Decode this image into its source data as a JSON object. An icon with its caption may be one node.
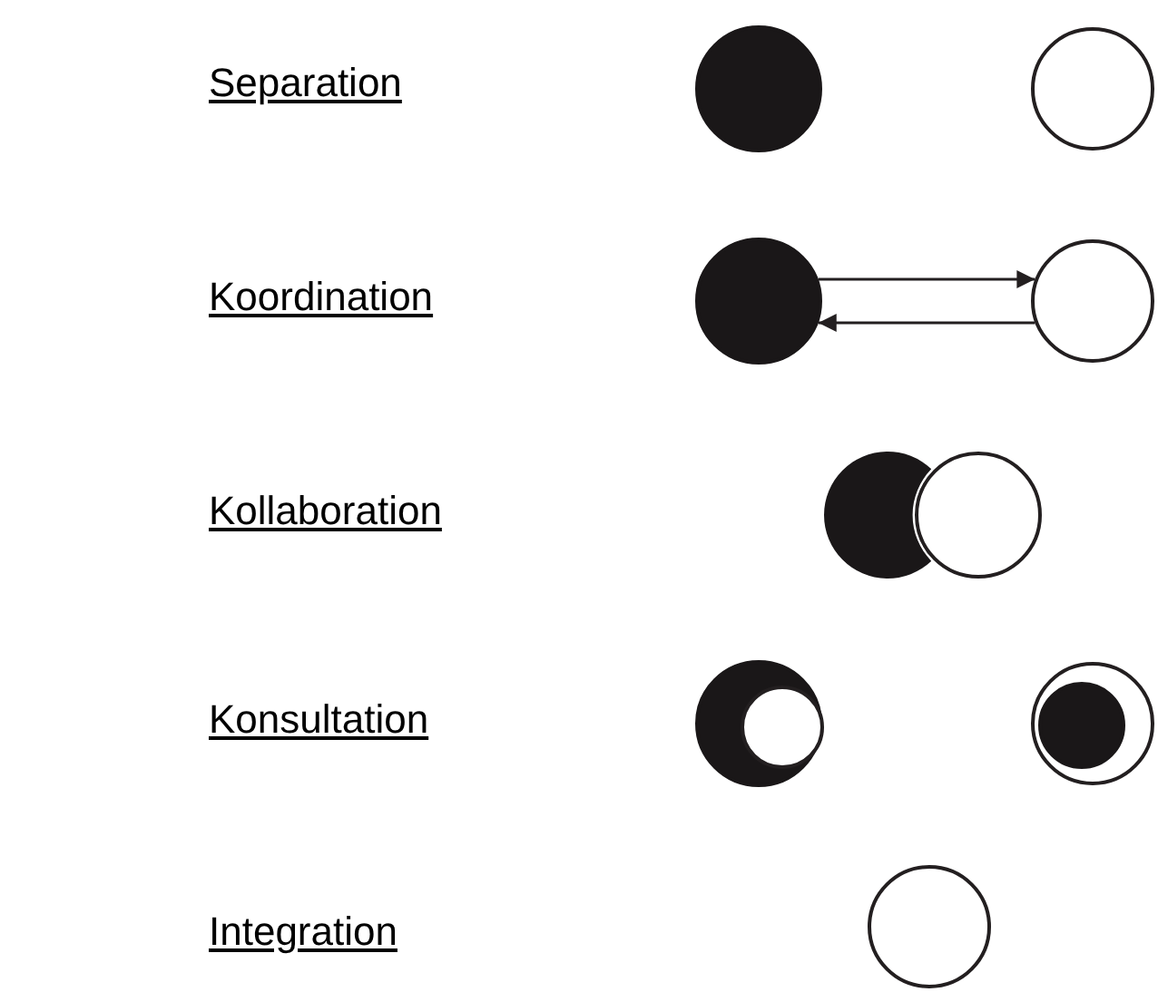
{
  "diagram": {
    "nodes": [
      {
        "text": [],
        "shape": "circle"
      },
      {
        "text": [],
        "shape": "circle"
      },
      {
        "text": [],
        "shape": "circle"
      },
      {
        "text": [],
        "shape": "circle"
      },
      {
        "text": [],
        "shape": "circle"
      },
      {
        "text": [],
        "shape": "circle"
      },
      {
        "text": [],
        "shape": "circle"
      },
      {
        "text": [],
        "shape": "circle",
        "in": 6
      },
      {
        "text": [],
        "shape": "circle"
      },
      {
        "text": [],
        "shape": "circle",
        "in": 8
      },
      {
        "text": [],
        "shape": "circle"
      }
    ],
    "edges": [
      {
        "from": 2,
        "to": 3,
        "arrow": "to"
      },
      {
        "from": 3,
        "to": 2,
        "arrow": "to"
      }
    ],
    "labels": [
      "Separation",
      "Koordination",
      "Kollaboration",
      "Konsultation",
      "Integration"
    ]
  }
}
